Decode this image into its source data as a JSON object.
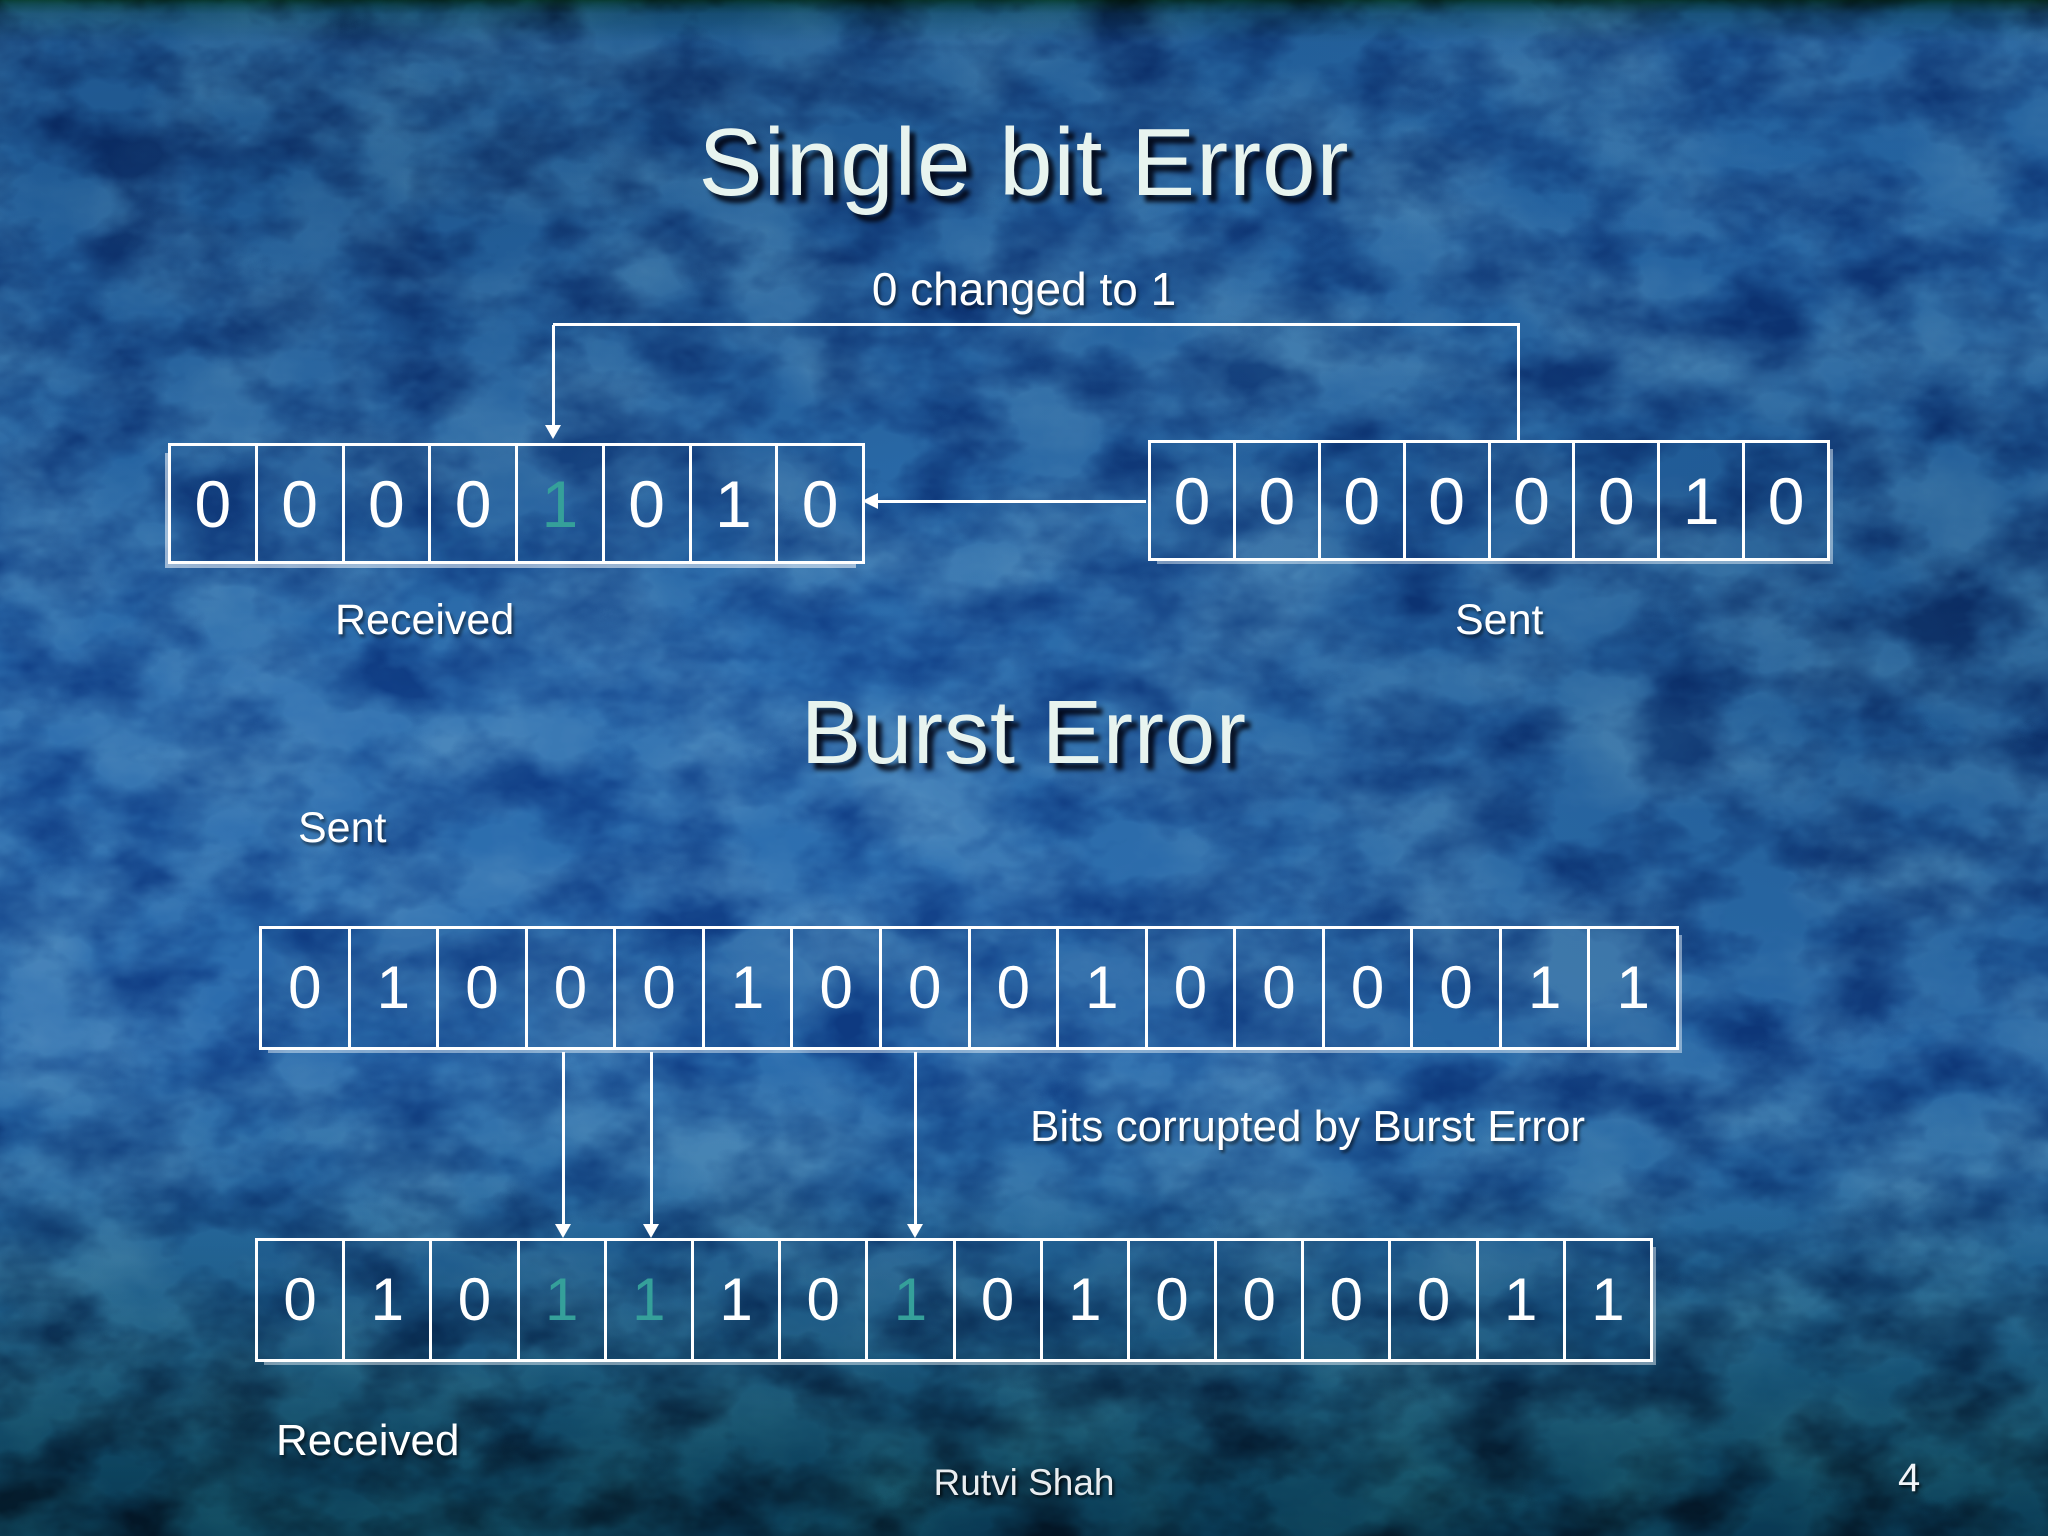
{
  "slide": {
    "title": "Single bit Error",
    "footer": "Rutvi Shah",
    "page_number": "4"
  },
  "single_bit": {
    "annotation": "0 changed to 1",
    "received": {
      "label": "Received",
      "bits": [
        "0",
        "0",
        "0",
        "0",
        "1",
        "0",
        "1",
        "0"
      ],
      "corrupted_indices": [
        4
      ]
    },
    "sent": {
      "label": "Sent",
      "bits": [
        "0",
        "0",
        "0",
        "0",
        "0",
        "0",
        "1",
        "0"
      ],
      "corrupted_indices": []
    }
  },
  "burst": {
    "heading": "Burst Error",
    "annotation": "Bits corrupted by Burst Error",
    "sent": {
      "label": "Sent",
      "bits": [
        "0",
        "1",
        "0",
        "0",
        "0",
        "1",
        "0",
        "0",
        "0",
        "1",
        "0",
        "0",
        "0",
        "0",
        "1",
        "1"
      ],
      "corrupted_indices": []
    },
    "received": {
      "label": "Received",
      "bits": [
        "0",
        "1",
        "0",
        "1",
        "1",
        "1",
        "0",
        "1",
        "0",
        "1",
        "0",
        "0",
        "0",
        "0",
        "1",
        "1"
      ],
      "corrupted_indices": [
        3,
        4,
        7
      ]
    }
  },
  "colors": {
    "title_cream": "#E8F4EF",
    "digit_white": "#FFFFFF",
    "accent_teal": "#35A09A",
    "background_blue": "#1A4D8E"
  }
}
